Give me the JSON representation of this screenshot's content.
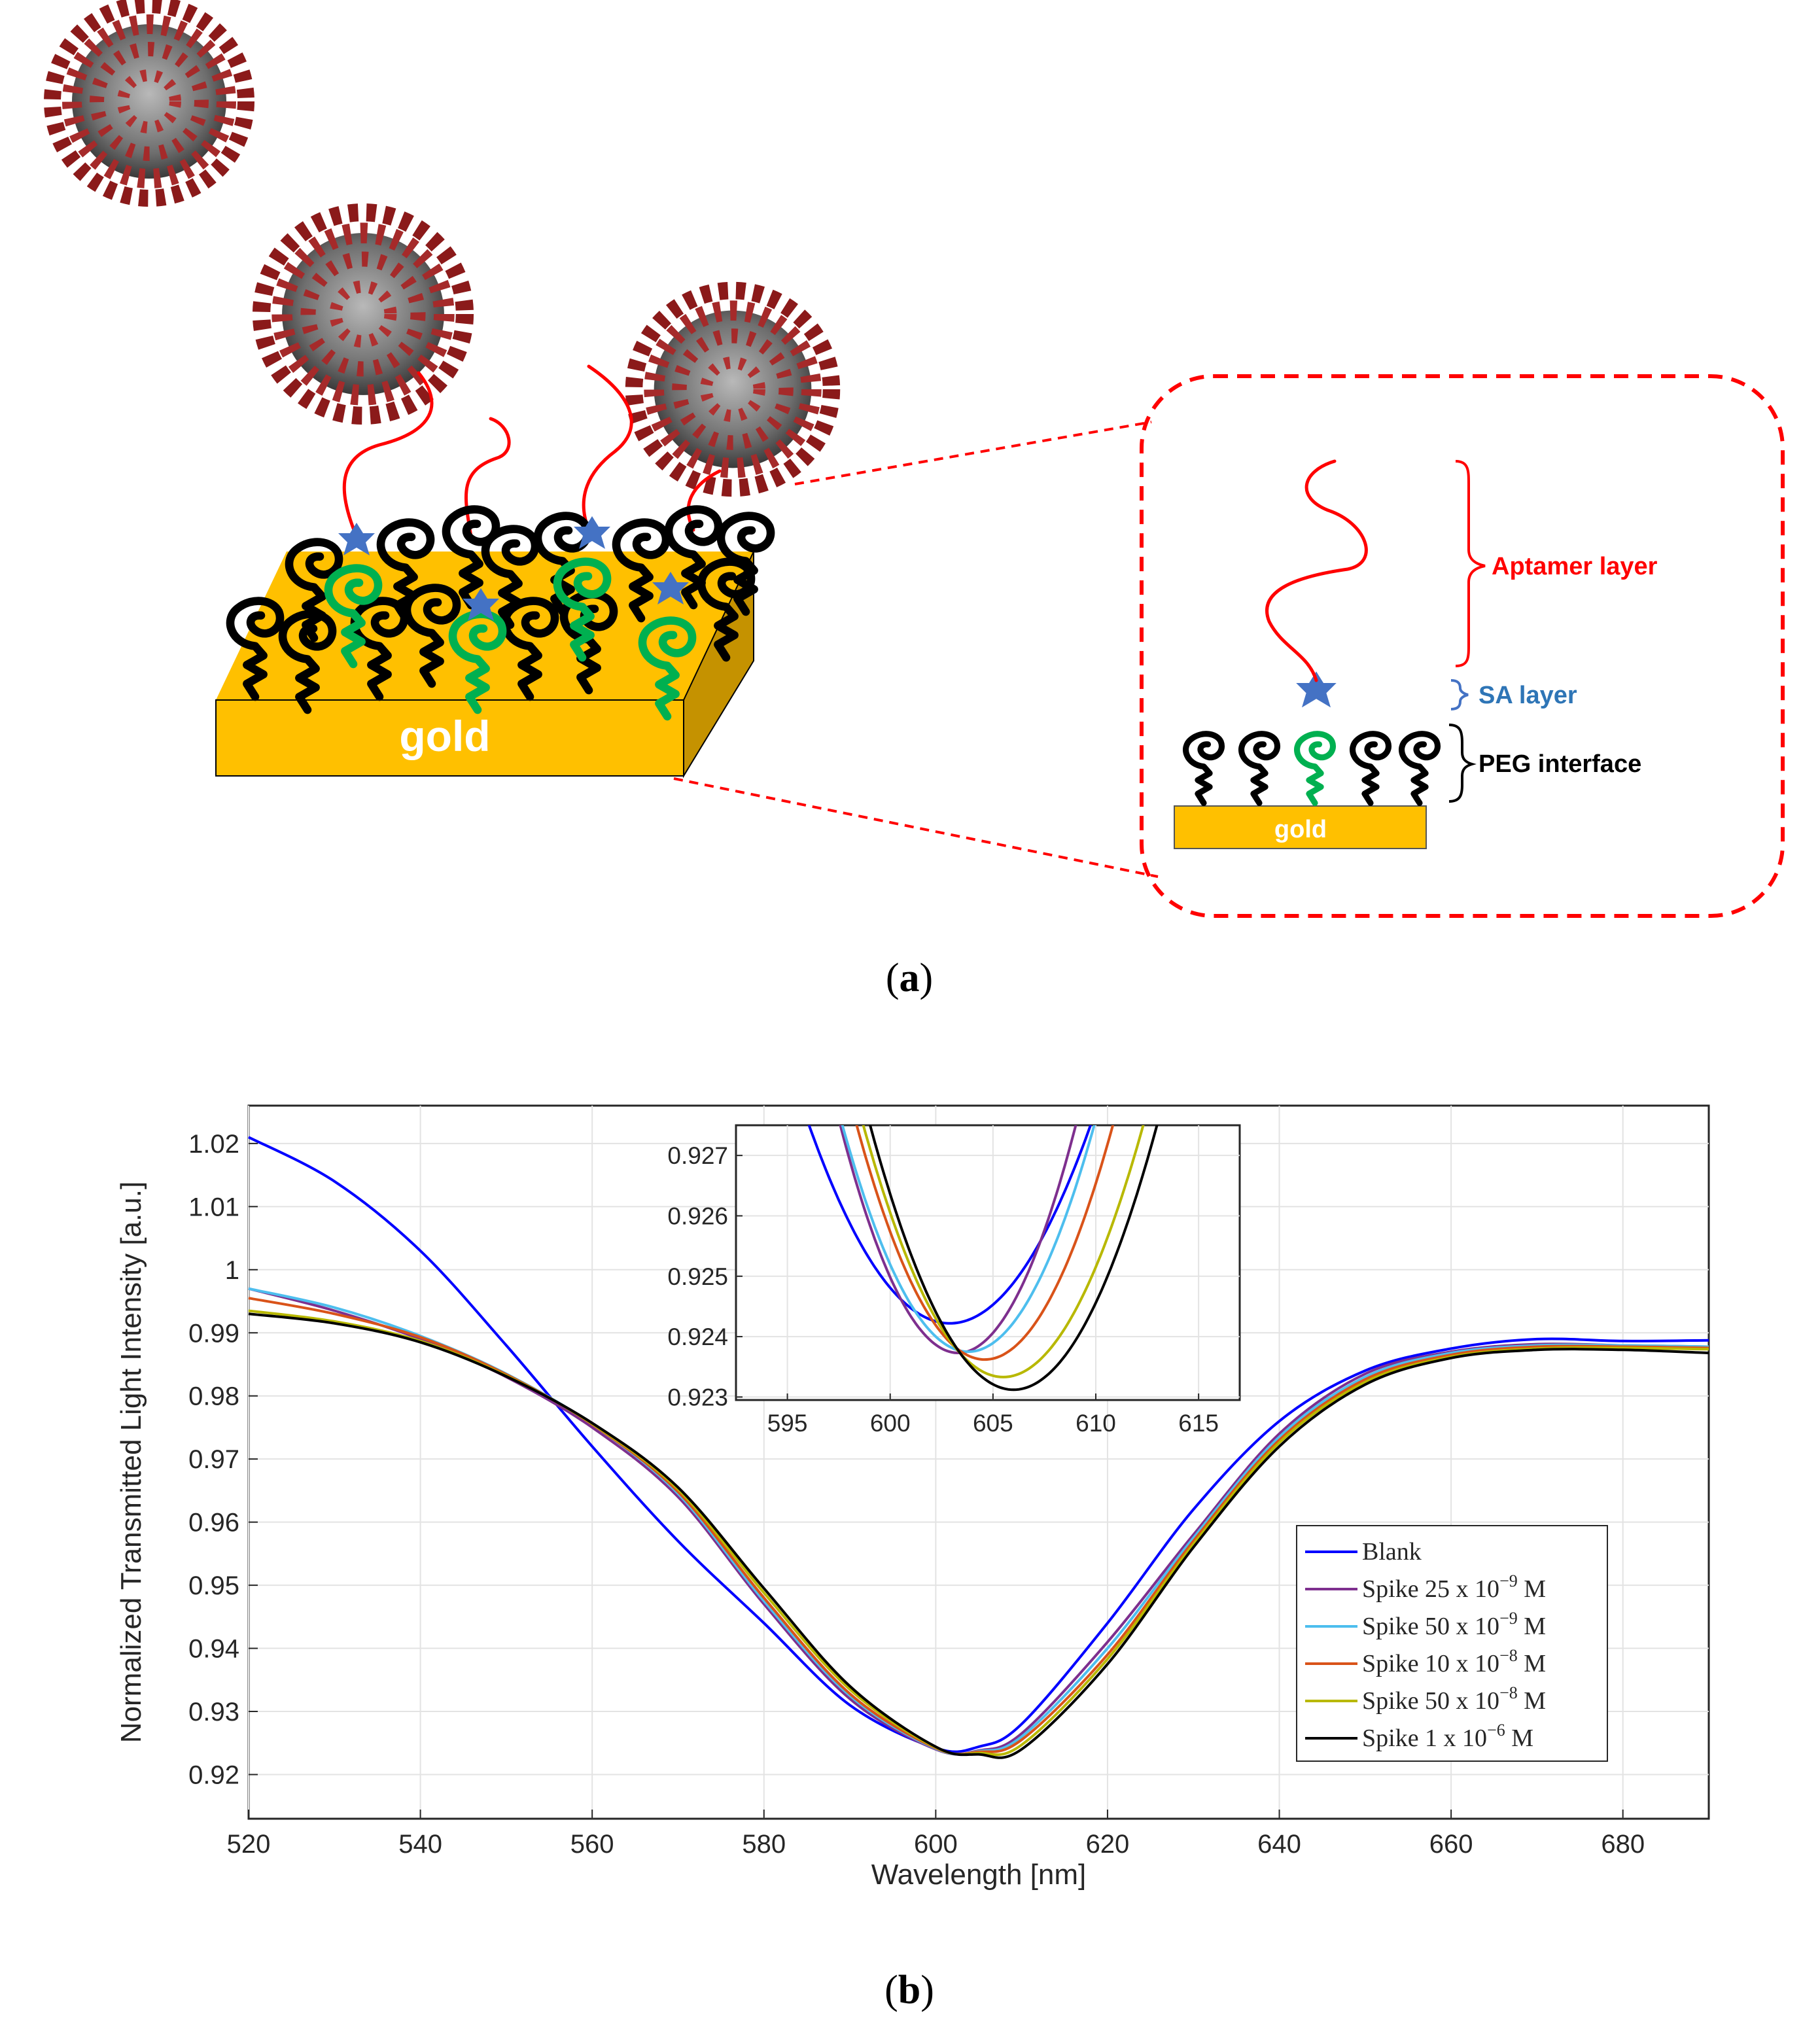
{
  "colors": {
    "gold_top": "#FFC000",
    "gold_front": "#FFC000",
    "gold_side": "#C59200",
    "aptamer": "#FF0000",
    "sa": "#4472C4",
    "peg": "#000000",
    "peg_green": "#00B050",
    "virus": "#A52A2A",
    "inset_border": "#FF0000"
  },
  "panel_a": {
    "label_open": "(",
    "label_letter": "a",
    "label_close": ")",
    "gold_big": "gold",
    "gold_small": "gold",
    "aptamer_layer": "Aptamer layer",
    "sa_layer": "SA layer",
    "peg_interface": "PEG interface"
  },
  "panel_b": {
    "label_open": "(",
    "label_letter": "b",
    "label_close": ")"
  },
  "chart_data": {
    "type": "line",
    "xlabel": "Wavelength [nm]",
    "ylabel": "Normalized Transmitted Light Intensity [a.u.]",
    "xlim": [
      520,
      690
    ],
    "ylim": [
      0.913,
      1.026
    ],
    "x_ticks": [
      520,
      540,
      560,
      580,
      600,
      620,
      640,
      660,
      680
    ],
    "y_ticks": [
      0.92,
      0.93,
      0.94,
      0.95,
      0.96,
      0.97,
      0.98,
      0.99,
      1,
      1.01,
      1.02
    ],
    "y_tick_labels": [
      "0.92",
      "0.93",
      "0.94",
      "0.95",
      "0.96",
      "0.97",
      "0.98",
      "0.99",
      "1",
      "1.01",
      "1.02"
    ],
    "grid": true,
    "legend_position": "bottom-right",
    "x": [
      520,
      530,
      540,
      550,
      560,
      570,
      580,
      590,
      600,
      605,
      610,
      620,
      630,
      640,
      650,
      660,
      670,
      680,
      690
    ],
    "series": [
      {
        "name": "Blank",
        "legend_main": "Blank",
        "legend_exp": "",
        "legend_unit": "",
        "color": "#0000FF",
        "values": [
          1.021,
          1.014,
          1.003,
          0.988,
          0.972,
          0.957,
          0.944,
          0.931,
          0.9242,
          0.9244,
          0.928,
          0.944,
          0.962,
          0.976,
          0.984,
          0.9875,
          0.989,
          0.9887,
          0.9888
        ]
      },
      {
        "name": "Spike 25 x 10−9 M",
        "legend_main": "Spike 25 x 10",
        "legend_exp": "−9",
        "legend_unit": " M",
        "color": "#7E2F8E",
        "values": [
          0.997,
          0.9935,
          0.989,
          0.983,
          0.975,
          0.964,
          0.947,
          0.932,
          0.924,
          0.9238,
          0.9265,
          0.941,
          0.958,
          0.974,
          0.9835,
          0.987,
          0.9882,
          0.988,
          0.9878
        ]
      },
      {
        "name": "Spike 50 x 10−9 M",
        "legend_main": "Spike 50 x 10",
        "legend_exp": "−9",
        "legend_unit": " M",
        "color": "#4DBEEE",
        "values": [
          0.997,
          0.994,
          0.9895,
          0.9835,
          0.9755,
          0.9645,
          0.9475,
          0.9325,
          0.9241,
          0.9237,
          0.926,
          0.94,
          0.9575,
          0.9735,
          0.983,
          0.9868,
          0.988,
          0.988,
          0.9878
        ]
      },
      {
        "name": "Spike 10 x 10−8 M",
        "legend_main": "Spike 10 x 10",
        "legend_exp": "−8",
        "legend_unit": " M",
        "color": "#D95319",
        "values": [
          0.9955,
          0.993,
          0.9893,
          0.9834,
          0.9755,
          0.9648,
          0.948,
          0.9328,
          0.9242,
          0.9236,
          0.9255,
          0.939,
          0.957,
          0.973,
          0.9826,
          0.9865,
          0.9878,
          0.9878,
          0.9876
        ]
      },
      {
        "name": "Spike 50 x 10−8 M",
        "legend_main": "Spike 50 x 10",
        "legend_exp": "−8",
        "legend_unit": " M",
        "color": "#B8B800",
        "values": [
          0.9935,
          0.9918,
          0.9887,
          0.9832,
          0.9756,
          0.9652,
          0.9488,
          0.9335,
          0.9243,
          0.9234,
          0.9247,
          0.9383,
          0.9565,
          0.9726,
          0.9822,
          0.9862,
          0.9875,
          0.9876,
          0.9874
        ]
      },
      {
        "name": "Spike 1 x 10−6 M",
        "legend_main": "Spike 1 x 10",
        "legend_exp": "−6",
        "legend_unit": " M",
        "color": "#000000",
        "values": [
          0.993,
          0.9915,
          0.9885,
          0.9831,
          0.9757,
          0.9655,
          0.9495,
          0.934,
          0.9244,
          0.9232,
          0.924,
          0.9375,
          0.956,
          0.972,
          0.9818,
          0.986,
          0.9873,
          0.9873,
          0.9868
        ]
      }
    ],
    "inset": {
      "xlim": [
        592.5,
        617
      ],
      "ylim": [
        0.92295,
        0.9275
      ],
      "x_ticks": [
        595,
        600,
        605,
        610,
        615
      ],
      "y_ticks": [
        0.923,
        0.924,
        0.925,
        0.926,
        0.927
      ],
      "y_tick_labels": [
        "0.923",
        "0.924",
        "0.925",
        "0.926",
        "0.927"
      ],
      "minima": [
        {
          "name": "Blank",
          "x": 602.9,
          "y": 0.92422,
          "curv": 7e-05
        },
        {
          "name": "Spike 25 x 10−9 M",
          "x": 603.3,
          "y": 0.92373,
          "curv": 0.000115
        },
        {
          "name": "Spike 50 x 10−9 M",
          "x": 603.8,
          "y": 0.92375,
          "curv": 0.0001
        },
        {
          "name": "Spike 10 x 10−8 M",
          "x": 604.6,
          "y": 0.92362,
          "curv": 0.0001
        },
        {
          "name": "Spike 50 x 10−8 M",
          "x": 605.5,
          "y": 0.92333,
          "curv": 9e-05
        },
        {
          "name": "Spike 1 x 10−6 M",
          "x": 606.0,
          "y": 0.92312,
          "curv": 9e-05
        }
      ]
    }
  }
}
